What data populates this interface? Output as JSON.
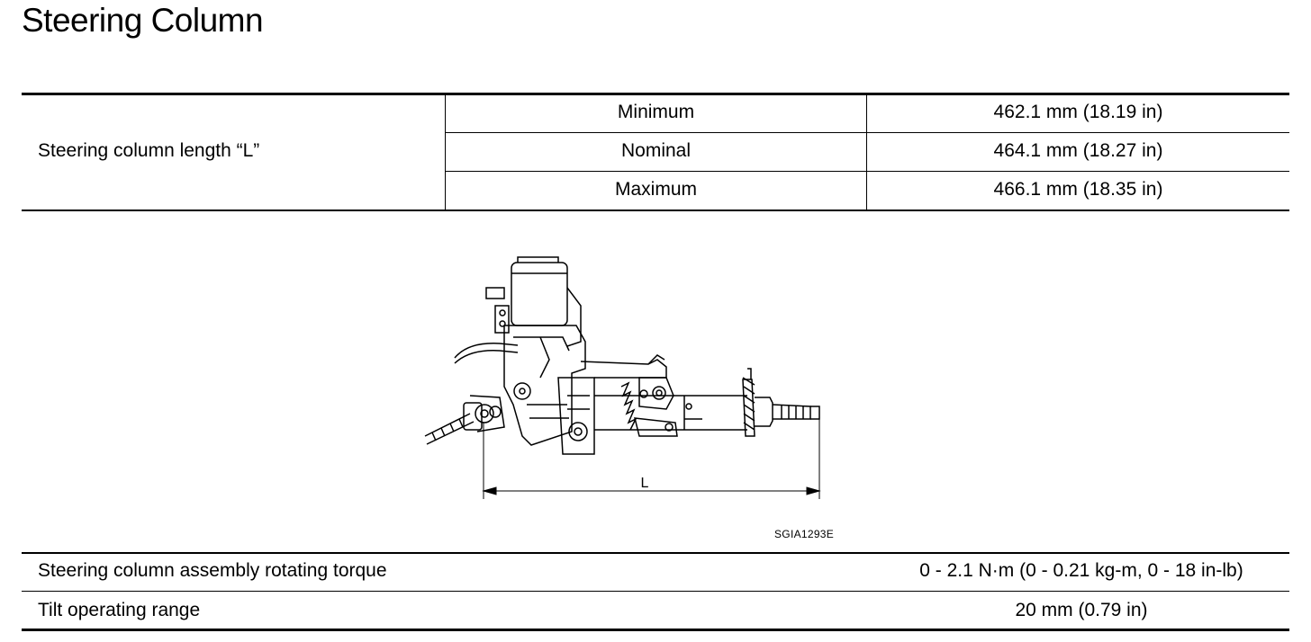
{
  "title": "Steering Column",
  "length_spec": {
    "label": "Steering column length “L”",
    "rows": [
      {
        "name": "Minimum",
        "value": "462.1 mm (18.19 in)"
      },
      {
        "name": "Nominal",
        "value": "464.1 mm (18.27 in)"
      },
      {
        "name": "Maximum",
        "value": "466.1 mm (18.35 in)"
      }
    ]
  },
  "figure": {
    "dimension_label": "L",
    "code": "SGIA1293E"
  },
  "specs": [
    {
      "label": "Steering column assembly rotating torque",
      "value": "0 - 2.1 N·m (0 - 0.21 kg-m, 0 - 18 in-lb)"
    },
    {
      "label": "Tilt operating range",
      "value": "20 mm (0.79 in)"
    }
  ]
}
